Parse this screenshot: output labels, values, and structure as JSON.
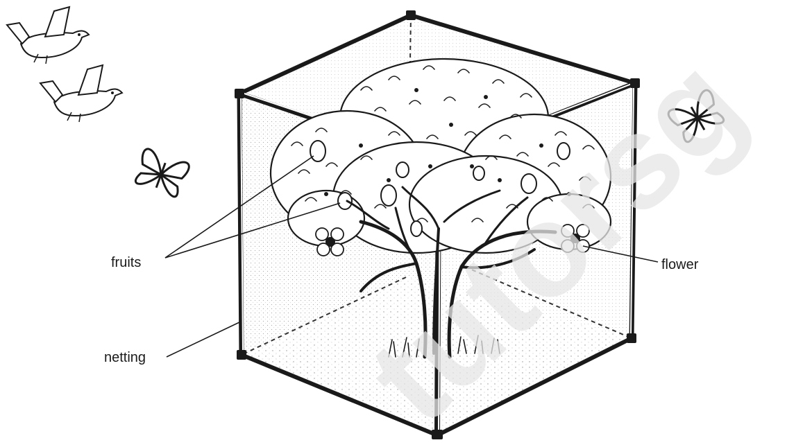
{
  "labels": {
    "fruits": "fruits",
    "netting": "netting",
    "flower": "flower"
  },
  "watermark": {
    "text": "tutorsg",
    "color": "#e6e6e6"
  },
  "icons": [
    "bird-icon",
    "butterfly-icon",
    "tree-illustration",
    "net-cage-illustration"
  ],
  "colors": {
    "ink": "#1a1a1a",
    "background": "#ffffff"
  }
}
